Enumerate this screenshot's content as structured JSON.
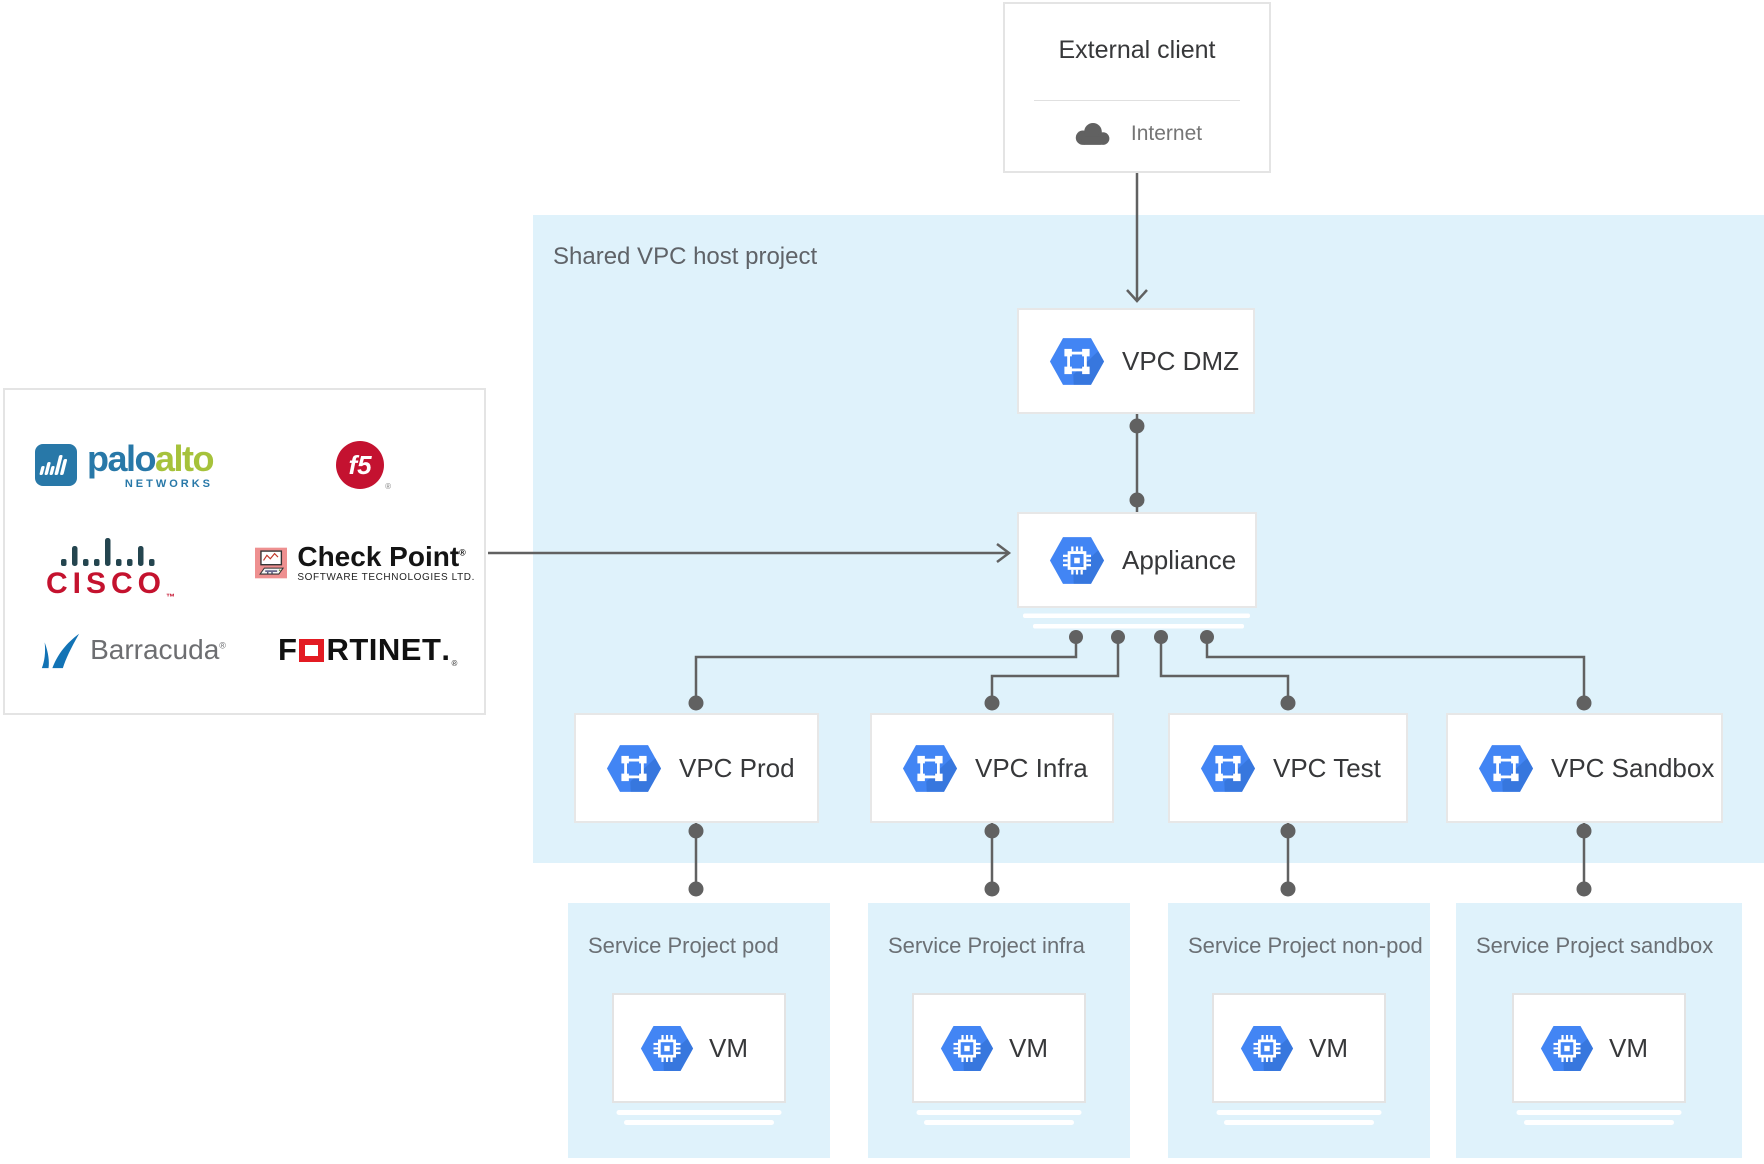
{
  "colors": {
    "gcp_blue": "#4285f4",
    "gcp_blue_shade": "#2b66c4",
    "panel_blue": "#dff2fb",
    "connector_gray": "#616161",
    "card_border": "#e7e7e7",
    "text_dark": "#37383a",
    "text_gray": "#757575",
    "cisco_red": "#c4122e",
    "cisco_bars": "#24454f",
    "f5_red": "#c41230",
    "fortinet_red": "#e31b23",
    "barracuda_blue": "#1273b5",
    "paloalto_blue": "#2878a8",
    "paloalto_green": "#a6c23b",
    "checkpoint_pink": "#ee9090"
  },
  "external_client": {
    "title": "External client",
    "network": "Internet"
  },
  "host_project": {
    "label": "Shared VPC host project"
  },
  "nodes": {
    "dmz": {
      "label": "VPC DMZ",
      "icon": "vpc-hexagon-icon"
    },
    "appliance": {
      "label": "Appliance",
      "icon": "chip-hexagon-icon"
    }
  },
  "vpc_row": [
    {
      "label": "VPC Prod"
    },
    {
      "label": "VPC Infra"
    },
    {
      "label": "VPC Test"
    },
    {
      "label": "VPC Sandbox"
    }
  ],
  "service_projects": [
    {
      "label": "Service Project pod",
      "vm": "VM"
    },
    {
      "label": "Service Project infra",
      "vm": "VM"
    },
    {
      "label": "Service Project non-pod",
      "vm": "VM"
    },
    {
      "label": "Service Project sandbox",
      "vm": "VM"
    }
  ],
  "vendors": {
    "palo_alto": {
      "word1": "palo",
      "word2": "alto",
      "sub": "NETWORKS"
    },
    "f5": {
      "mark": "f5",
      "reg": "®"
    },
    "cisco": {
      "mark": "CISCO",
      "tm": "™"
    },
    "check_point": {
      "name": "Check Point",
      "reg": "®",
      "sub": "SOFTWARE TECHNOLOGIES LTD."
    },
    "barracuda": {
      "name": "Barracuda",
      "reg": "®"
    },
    "fortinet": {
      "p1": "F",
      "p2": "RTINET",
      "p3": ".",
      "reg": "®"
    }
  }
}
